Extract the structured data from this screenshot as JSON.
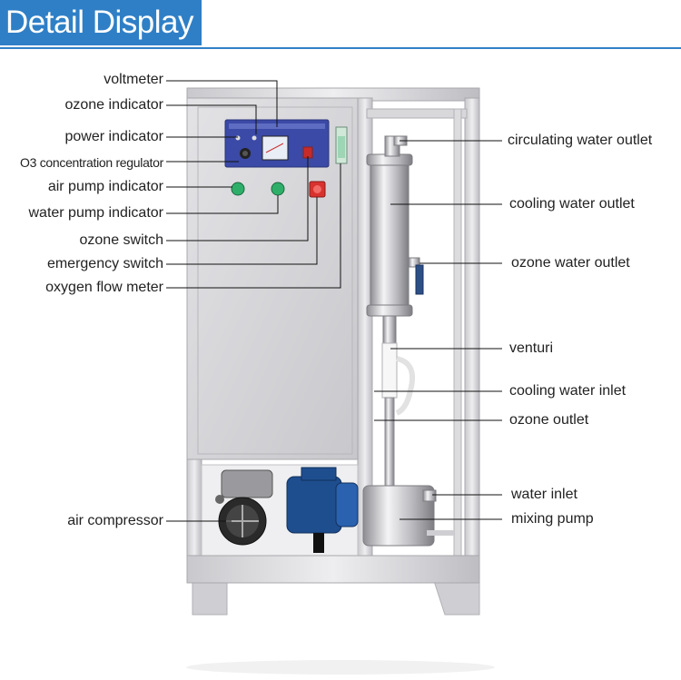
{
  "header": {
    "title": "Detail Display",
    "accent": "#2f7fc6"
  },
  "labels_left": [
    "voltmeter",
    "ozone indicator",
    "power indicator",
    "O3 concentration regulator",
    "air pump indicator",
    "water pump indicator",
    "ozone switch",
    "emergency switch",
    "oxygen flow meter",
    "air compressor"
  ],
  "labels_right": [
    "circulating water outlet",
    "cooling water outlet",
    "ozone water outlet",
    "venturi",
    "cooling water inlet",
    "ozone outlet",
    "water inlet",
    "mixing pump"
  ],
  "colors": {
    "steel": "#d9d9dc",
    "steel_dark": "#a9a9ad",
    "panel": "#3b4aa6",
    "indicator_green": "#2fae6a",
    "emergency_red": "#d9322e",
    "pump_blue": "#1f4e8f"
  }
}
